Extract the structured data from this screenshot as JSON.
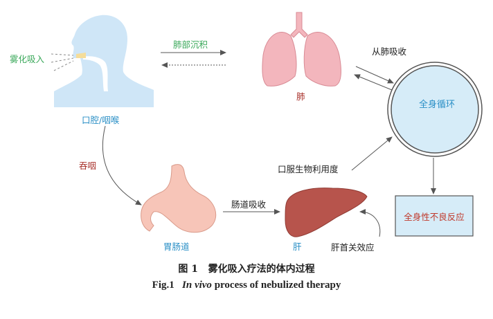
{
  "labels": {
    "nebulized_inhalation": "雾化吸入",
    "lung_deposition": "肺部沉积",
    "lung": "肺",
    "absorption_from_lung": "从肺吸收",
    "systemic_circulation": "全身循环",
    "oral_pharynx": "口腔/咽喉",
    "swallow": "吞咽",
    "oral_bioavailability": "口服生物利用度",
    "systemic_adverse_reactions": "全身性不良反应",
    "intestinal_absorption": "肠道吸收",
    "gi_tract": "胃肠道",
    "liver": "肝",
    "first_pass_effect": "肝首关效应"
  },
  "caption": {
    "cn_number": "图 1",
    "cn_title": "雾化吸入疗法的体内过程",
    "en_number": "Fig.1",
    "en_italic": "In vivo",
    "en_rest": "process of nebulized therapy"
  },
  "colors": {
    "label_blue": "#2a8fc6",
    "label_green": "#3aa85a",
    "label_red": "#a8302a",
    "circle_fill": "#d6ecf8",
    "box_fill": "#d6ecf8",
    "lung_fill": "#f3b6bd",
    "stomach_fill": "#f7c5b8",
    "liver_fill": "#b7544c",
    "head_fill": "#cfe6f7"
  }
}
